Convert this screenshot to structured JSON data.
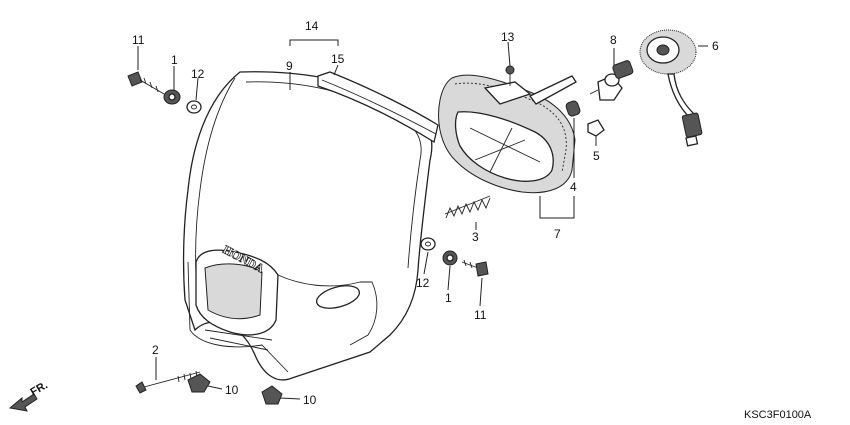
{
  "diagram": {
    "code": "KSC3F0100A",
    "direction": "FR.",
    "brand_mark": "HONDA",
    "callouts": [
      {
        "id": "c11a",
        "text": "11"
      },
      {
        "id": "c1a",
        "text": "1"
      },
      {
        "id": "c12a",
        "text": "12"
      },
      {
        "id": "c9",
        "text": "9"
      },
      {
        "id": "c14",
        "text": "14"
      },
      {
        "id": "c15",
        "text": "15"
      },
      {
        "id": "c13",
        "text": "13"
      },
      {
        "id": "c8",
        "text": "8"
      },
      {
        "id": "c6",
        "text": "6"
      },
      {
        "id": "c5",
        "text": "5"
      },
      {
        "id": "c4",
        "text": "4"
      },
      {
        "id": "c7",
        "text": "7"
      },
      {
        "id": "c3",
        "text": "3"
      },
      {
        "id": "c12b",
        "text": "12"
      },
      {
        "id": "c1b",
        "text": "1"
      },
      {
        "id": "c11b",
        "text": "11"
      },
      {
        "id": "c2",
        "text": "2"
      },
      {
        "id": "c10a",
        "text": "10"
      },
      {
        "id": "c10b",
        "text": "10"
      }
    ]
  }
}
